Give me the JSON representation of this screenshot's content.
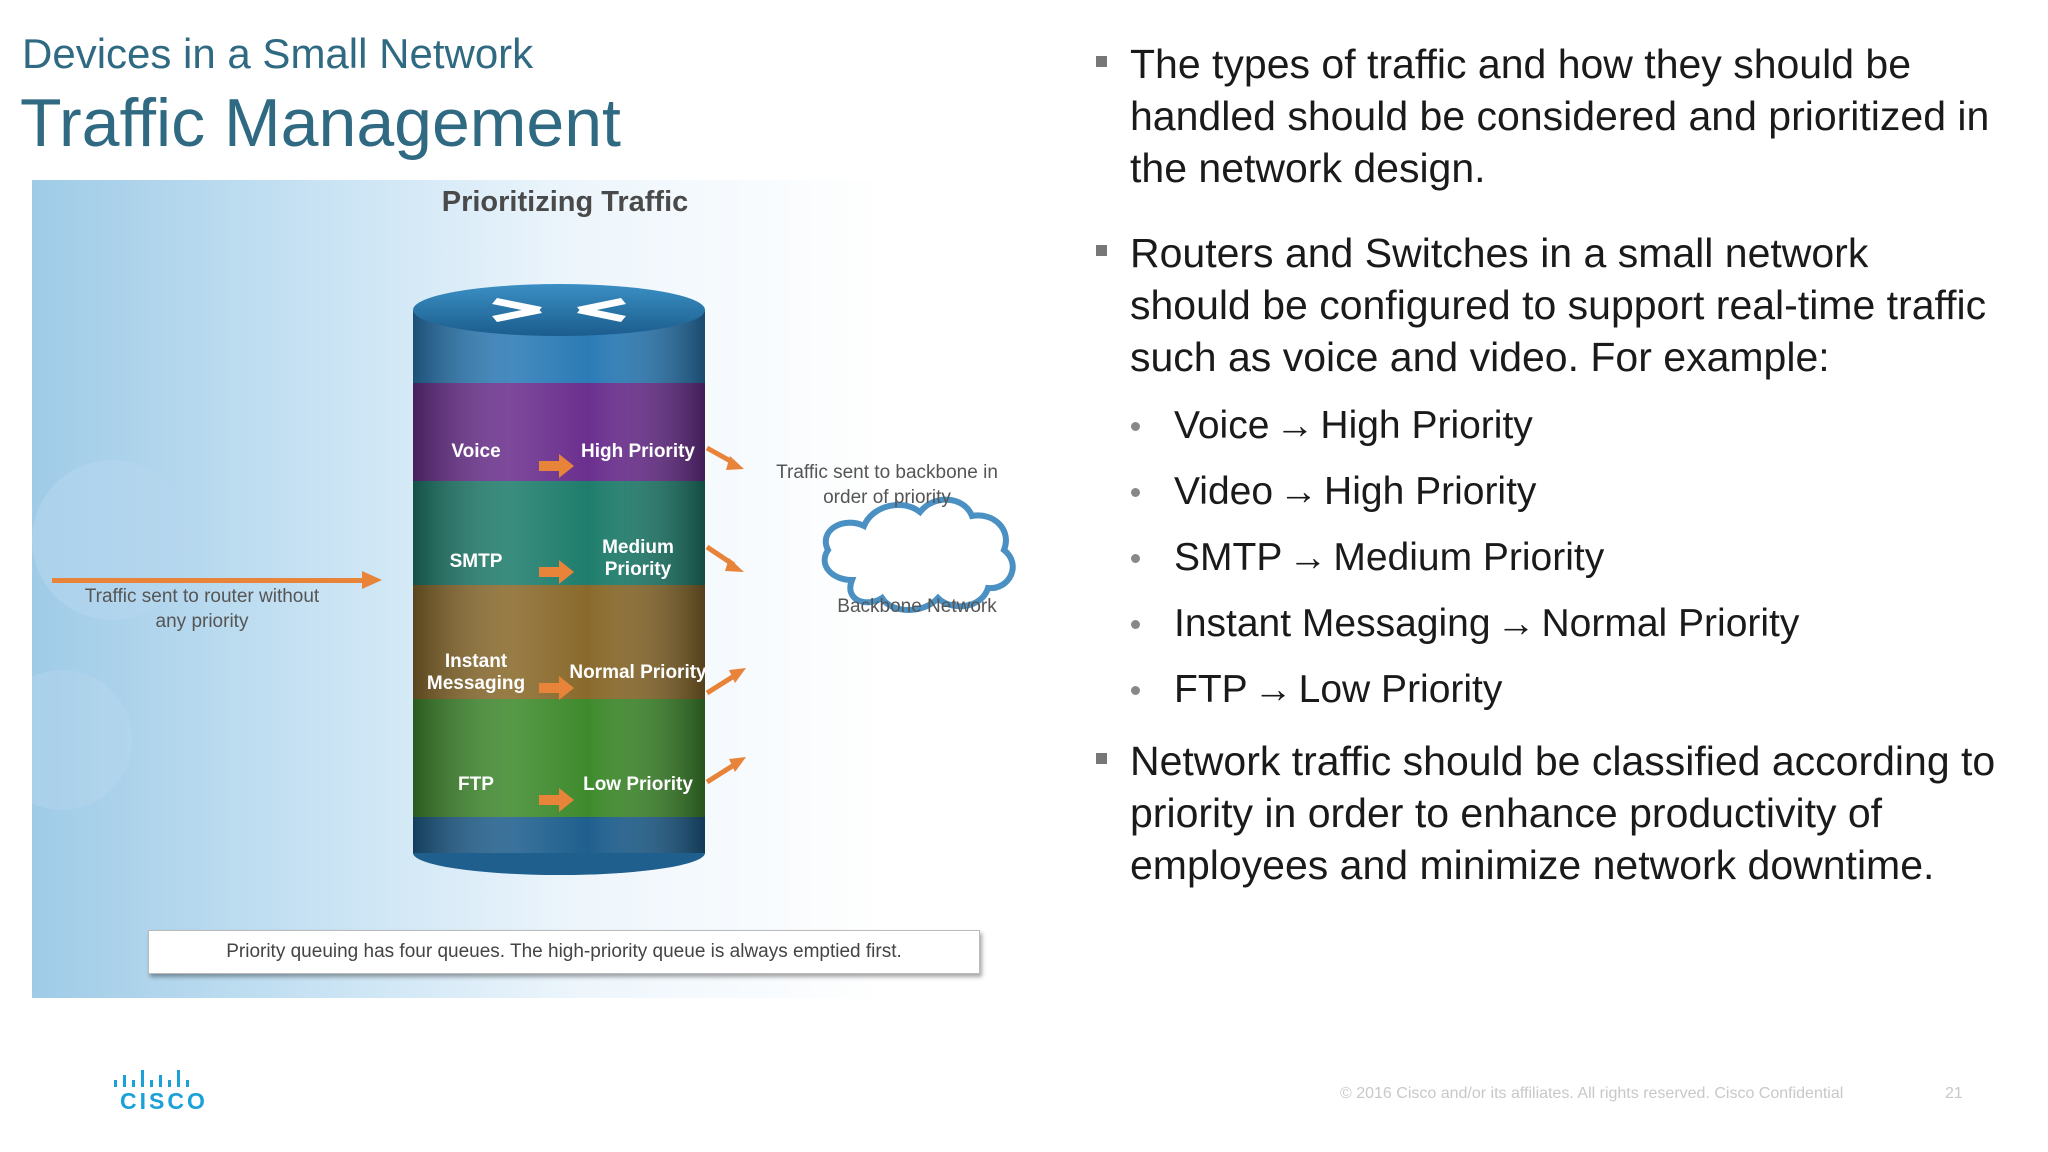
{
  "header": {
    "subtitle": "Devices in a Small Network",
    "title": "Traffic Management"
  },
  "figure": {
    "title": "Prioritizing Traffic",
    "queues": [
      {
        "name": "Voice",
        "priority": "High Priority",
        "color": "#6b2f8e"
      },
      {
        "name": "SMTP",
        "priority": "Medium Priority",
        "color": "#1e7d6c"
      },
      {
        "name": "Instant Messaging",
        "priority": "Normal Priority",
        "color": "#8a6a2c"
      },
      {
        "name": "FTP",
        "priority": "Low Priority",
        "color": "#3f8a2d"
      }
    ],
    "queue_lines": {
      "voice": "Voice",
      "voice_priority": "High Priority",
      "smtp": "SMTP",
      "smtp_priority_1": "Medium",
      "smtp_priority_2": "Priority",
      "im_1": "Instant",
      "im_2": "Messaging",
      "im_priority": "Normal Priority",
      "ftp": "FTP",
      "ftp_priority": "Low Priority"
    },
    "incoming_note_1": "Traffic sent to router without",
    "incoming_note_2": "any priority",
    "outgoing_note_1": "Traffic sent to backbone in",
    "outgoing_note_2": "order of priority",
    "cloud_label": "Backbone Network",
    "caption": "Priority queuing has four queues. The high-priority queue is always emptied first.",
    "arrow_color": "#e8833a"
  },
  "bullets": {
    "b1": "The types of traffic and how they should be handled should be considered and prioritized in the network design.",
    "b2": "Routers and Switches in a small network should be configured to support real-time traffic such as voice and video.  For example:",
    "sub": [
      {
        "left": "Voice",
        "right": "High Priority"
      },
      {
        "left": "Video",
        "right": "High Priority"
      },
      {
        "left": "SMTP",
        "right": "Medium Priority"
      },
      {
        "left": "Instant Messaging",
        "right": "Normal Priority"
      },
      {
        "left": "FTP",
        "right": "Low Priority"
      }
    ],
    "b3": "Network traffic should be classified according to priority in order to enhance productivity of employees and minimize network downtime."
  },
  "footer": {
    "logo": "CISCO",
    "copyright": "© 2016  Cisco and/or its affiliates. All rights reserved.   Cisco Confidential",
    "page": "21"
  }
}
